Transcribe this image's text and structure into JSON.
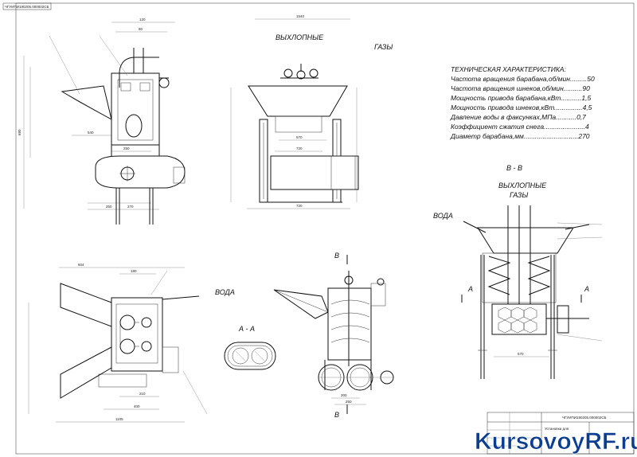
{
  "stamp": {
    "code": "ЧГУИПИ190205.000002СБ"
  },
  "views": {
    "side_top": {
      "exhaust_label_1": "ВЫХЛОПНЫЕ",
      "exhaust_label_2": "ГАЗЫ"
    },
    "plan": {
      "water_label": "ВОДА",
      "section_label": "А - А"
    },
    "front": {
      "section_mark_top": "В",
      "section_mark_bottom": "В"
    },
    "section_bb": {
      "title": "В - В",
      "exhaust_label_1": "ВЫХЛОПНЫЕ",
      "exhaust_label_2": "ГАЗЫ",
      "water_label": "ВОДА",
      "mark_left": "А",
      "mark_right": "А"
    }
  },
  "specs": {
    "title": "ТЕХНИЧЕСКАЯ ХАРАКТЕРИСТИКА:",
    "lines": [
      "Частота вращения барабана,об/мин.........50",
      "Частота вращения шнеков,об/мин..........90",
      "Мощность привода барабана,кВт...........1,5",
      "Мощность привода шнеков,кВт...............4,5",
      "Давление воды в факсунках,МПа...........0,7",
      "Коэффициент сжатия снега......................4",
      "Диаметр барабана,мм.............................270"
    ]
  },
  "title_block": {
    "designation": "ЧГУИПИ190205.000002СБ",
    "name": "Установка для"
  },
  "watermark": {
    "text": "KursovoyRF.ru"
  }
}
